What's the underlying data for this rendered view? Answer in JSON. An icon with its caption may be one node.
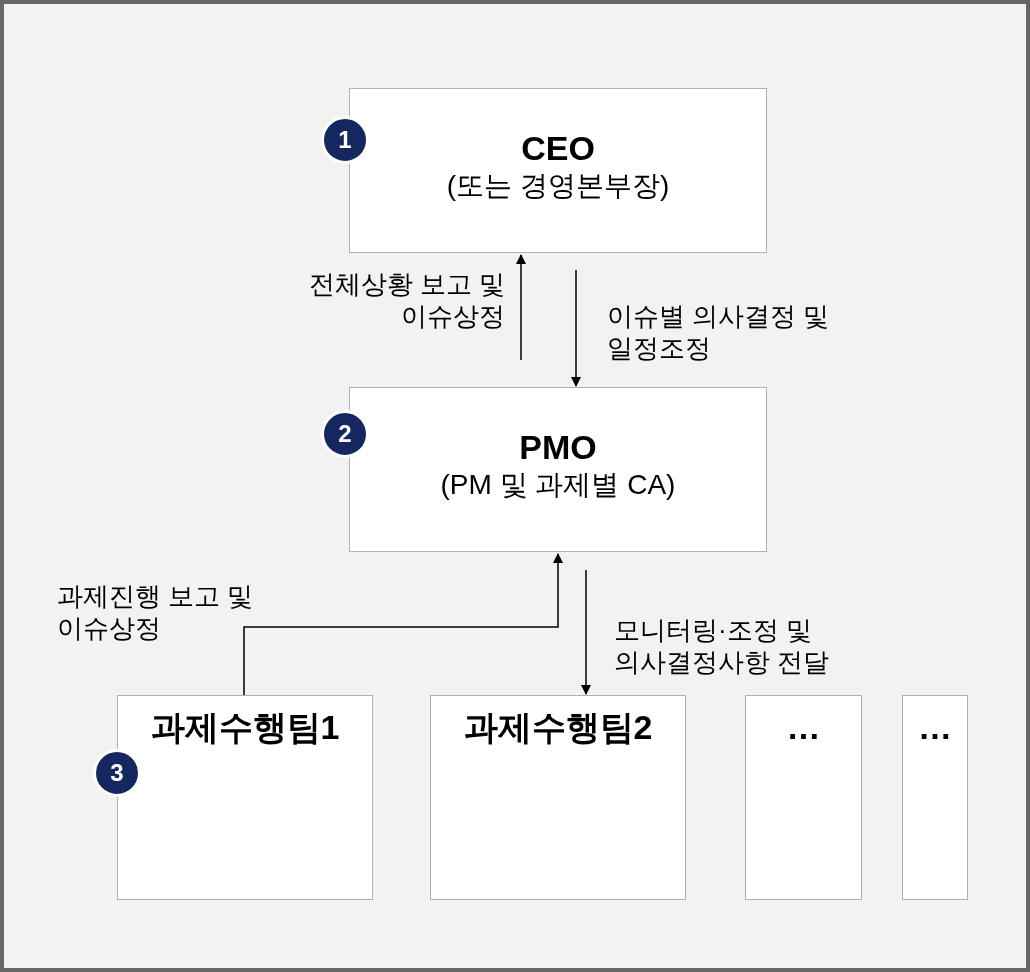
{
  "diagram": {
    "nodes": [
      {
        "text": [
          "1"
        ]
      },
      {
        "text": [
          "CEO",
          "(또는 경영본부장)"
        ]
      },
      {
        "text": [
          "2"
        ]
      },
      {
        "text": [
          "PMO",
          "(PM 및 과제별 CA)"
        ]
      },
      {
        "text": [
          "과제수행팀1"
        ]
      },
      {
        "text": [
          "3"
        ]
      },
      {
        "text": [
          "과제수행팀2"
        ]
      },
      {
        "text": [
          "…"
        ]
      },
      {
        "text": [
          "…"
        ]
      }
    ],
    "edges": [
      {
        "from": 3,
        "to": 1,
        "arrow": "to",
        "label": "전체상황 보고 및 이슈상정"
      },
      {
        "from": 1,
        "to": 3,
        "arrow": "to",
        "label": "이슈별 의사결정 및 일정조정"
      },
      {
        "from": 4,
        "to": 3,
        "arrow": "to",
        "label": "과제진행 보고 및 이슈상정"
      },
      {
        "from": 3,
        "to": 6,
        "arrow": "to",
        "label": "모니터링·조정 및 의사결정사항 전달"
      }
    ]
  }
}
